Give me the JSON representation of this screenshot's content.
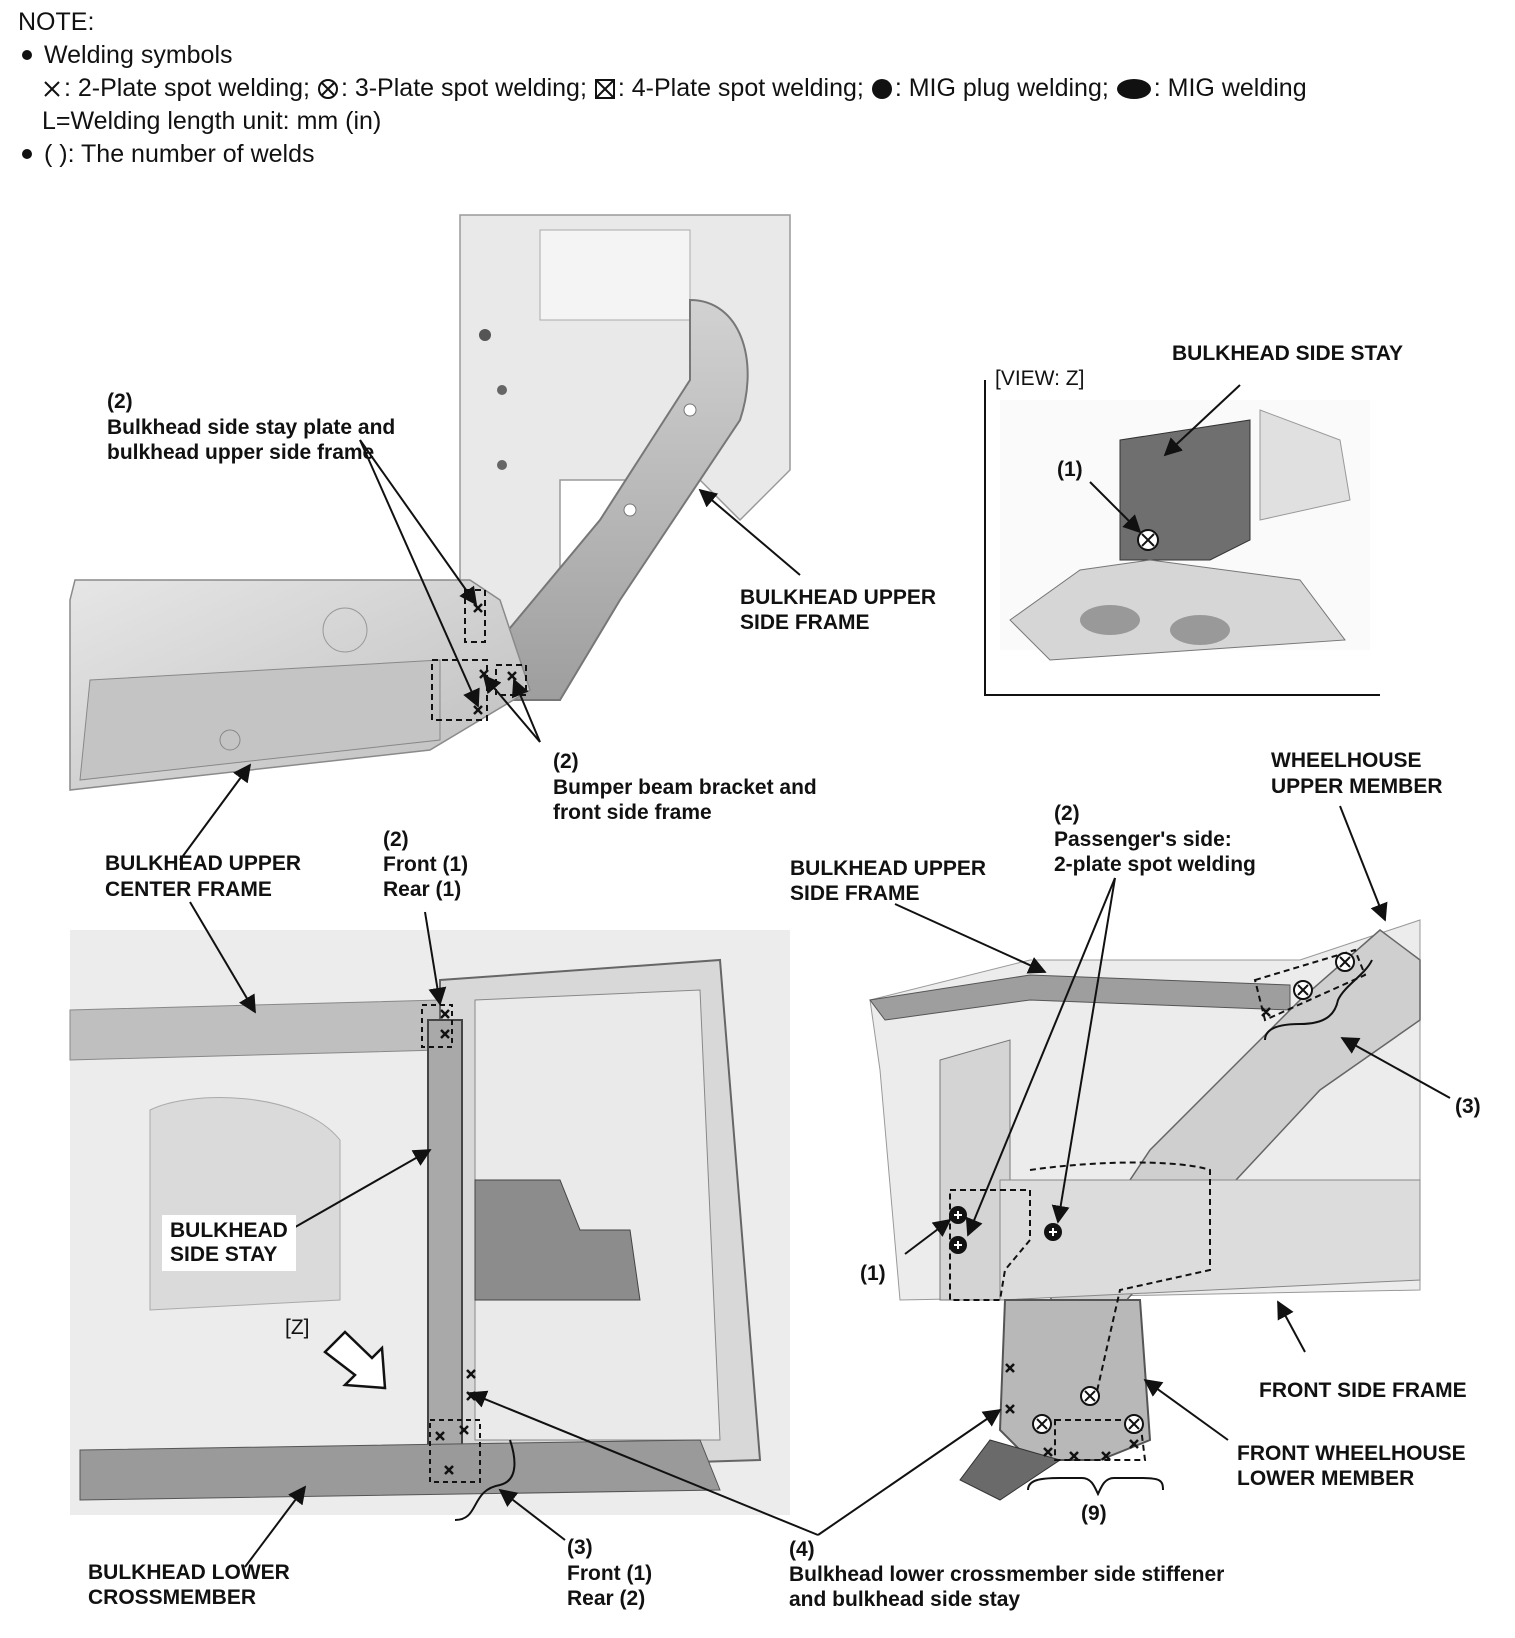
{
  "note": {
    "heading": "NOTE:",
    "bullet1_title": "Welding symbols",
    "sym_2plate": ": 2-Plate spot welding;",
    "sym_3plate": ": 3-Plate spot welding;",
    "sym_4plate": ": 4-Plate spot welding;",
    "sym_mig_plug": ": MIG plug welding;",
    "sym_mig": ": MIG welding",
    "length_unit": "L=Welding length unit: mm (in)",
    "bullet2": "( ): The number of welds"
  },
  "view_z": {
    "title": "[VIEW: Z]",
    "label_part": "BULKHEAD SIDE STAY",
    "count": "(1)"
  },
  "top_view": {
    "callout_stay_count": "(2)",
    "callout_stay_line1": "Bulkhead side stay plate and",
    "callout_stay_line2": "bulkhead upper side frame",
    "upper_side_frame_line1": "BULKHEAD UPPER",
    "upper_side_frame_line2": "SIDE FRAME",
    "bumper_count": "(2)",
    "bumper_line1": "Bumper beam bracket and",
    "bumper_line2": "front side frame",
    "upper_center_line1": "BULKHEAD UPPER",
    "upper_center_line2": "CENTER FRAME"
  },
  "bottom_left": {
    "front_rear_count": "(2)",
    "front_rear_front": "Front (1)",
    "front_rear_rear": "Rear (1)",
    "side_stay_line1": "BULKHEAD",
    "side_stay_line2": "SIDE STAY",
    "z_marker": "[Z]",
    "lower_cross_line1": "BULKHEAD LOWER",
    "lower_cross_line2": "CROSSMEMBER",
    "lower_count": "(3)",
    "lower_front": "Front (1)",
    "lower_rear": "Rear (2)"
  },
  "bottom_right": {
    "upper_side_line1": "BULKHEAD UPPER",
    "upper_side_line2": "SIDE FRAME",
    "passenger_count": "(2)",
    "passenger_line1": "Passenger's side:",
    "passenger_line2": "2-plate spot welding",
    "wheelhouse_upper_line1": "WHEELHOUSE",
    "wheelhouse_upper_line2": "UPPER MEMBER",
    "count_3": "(3)",
    "count_1": "(1)",
    "front_side_frame": "FRONT SIDE FRAME",
    "wheelhouse_lower_line1": "FRONT WHEELHOUSE",
    "wheelhouse_lower_line2": "LOWER MEMBER",
    "count_9": "(9)"
  },
  "stiffener": {
    "count": "(4)",
    "line1": "Bulkhead lower crossmember side stiffener",
    "line2": "and bulkhead side stay"
  }
}
